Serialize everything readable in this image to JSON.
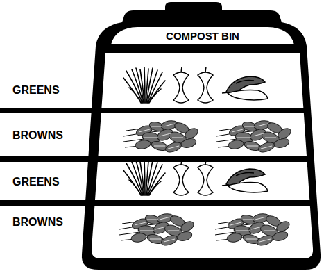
{
  "diagram": {
    "labels": [
      "COMPOST BIN",
      "GREENS",
      "BROWNS",
      "GREENS",
      "BROWNS"
    ]
  }
}
